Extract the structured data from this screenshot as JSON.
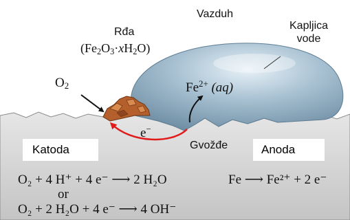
{
  "labels": {
    "air": "Vazduh",
    "droplet_line1": "Kapljica",
    "droplet_line2": "vode",
    "rust": "Rđa",
    "rust_formula_open": "(Fe",
    "rust_formula_sub1": "2",
    "rust_formula_o": "O",
    "rust_formula_sub2": "3",
    "rust_formula_dot": "·",
    "rust_formula_x": "x",
    "rust_formula_h": "H",
    "rust_formula_sub3": "2",
    "rust_formula_close": "O)",
    "oxygen": "O",
    "oxygen_sub": "2",
    "iron_ion": "Fe",
    "iron_ion_sup": "2+",
    "iron_ion_state": "(aq)",
    "electron": "e",
    "electron_sup": "−",
    "iron_metal": "Gvožđe",
    "cathode": "Katoda",
    "anode": "Anoda"
  },
  "equations": {
    "cathode_acid": "O₂ + 4 H⁺ + 4 e⁻ ⟶ 2 H₂O",
    "anode": "Fe ⟶ Fe²⁺ + 2 e⁻",
    "or": "or",
    "cathode_neutral": "O₂ + 2 H₂O + 4 e⁻ ⟶ 4 OH⁻"
  },
  "colors": {
    "metal": "#d2d2d2",
    "droplet": "#9fb7c9",
    "rust": "#b5602c",
    "electron_arrow": "#e11b1b"
  }
}
